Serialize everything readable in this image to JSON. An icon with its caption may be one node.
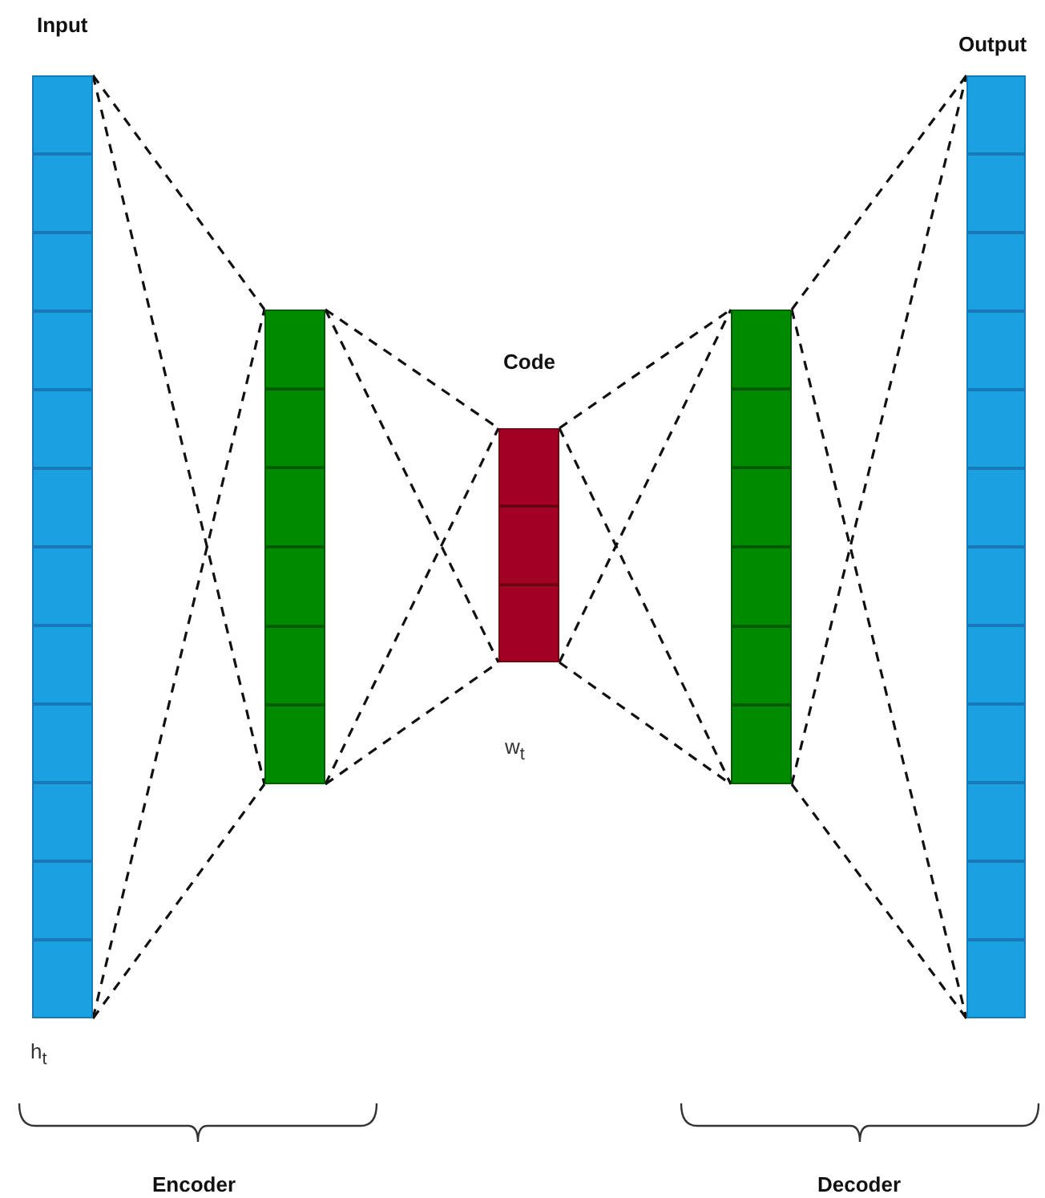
{
  "diagram": {
    "nodes": [
      {
        "text": [
          "Input"
        ],
        "beside": [
          "h$_{t}$"
        ]
      },
      {
        "text": [],
        "shape": "bar"
      },
      {
        "text": [
          "Code"
        ],
        "beside": [
          "w$_{t}$"
        ]
      },
      {
        "text": [],
        "shape": "bar"
      },
      {
        "text": [
          "Output"
        ]
      }
    ],
    "edges": [
      {
        "from": 0,
        "to": 1,
        "arrow": "none",
        "style": "dashed"
      },
      {
        "from": 0,
        "to": 1,
        "arrow": "none",
        "style": "dashed"
      },
      {
        "from": 0,
        "to": 1,
        "arrow": "none",
        "style": "dashed"
      },
      {
        "from": 0,
        "to": 1,
        "arrow": "none",
        "style": "dashed"
      },
      {
        "from": 1,
        "to": 2,
        "arrow": "none",
        "style": "dashed"
      },
      {
        "from": 1,
        "to": 2,
        "arrow": "none",
        "style": "dashed"
      },
      {
        "from": 1,
        "to": 2,
        "arrow": "none",
        "style": "dashed"
      },
      {
        "from": 1,
        "to": 2,
        "arrow": "none",
        "style": "dashed"
      },
      {
        "from": 2,
        "to": 3,
        "arrow": "none",
        "style": "dashed"
      },
      {
        "from": 2,
        "to": 3,
        "arrow": "none",
        "style": "dashed"
      },
      {
        "from": 2,
        "to": 3,
        "arrow": "none",
        "style": "dashed"
      },
      {
        "from": 2,
        "to": 3,
        "arrow": "none",
        "style": "dashed"
      },
      {
        "from": 3,
        "to": 4,
        "arrow": "none",
        "style": "dashed"
      },
      {
        "from": 3,
        "to": 4,
        "arrow": "none",
        "style": "dashed"
      },
      {
        "from": 3,
        "to": 4,
        "arrow": "none",
        "style": "dashed"
      },
      {
        "from": 3,
        "to": 4,
        "arrow": "none",
        "style": "dashed"
      }
    ],
    "labels": [
      "Encoder",
      "Decoder"
    ]
  }
}
